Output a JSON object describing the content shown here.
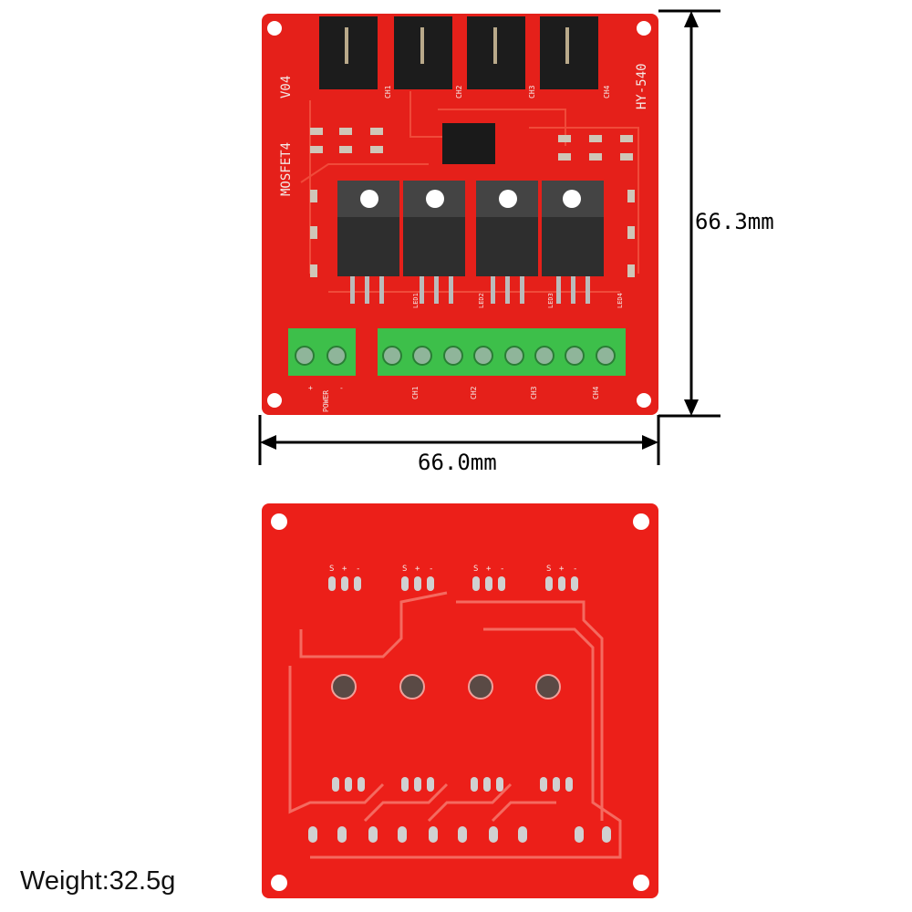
{
  "dimensions": {
    "height_label": "66.3mm",
    "width_label": "66.0mm"
  },
  "weight_label": "Weight:32.5g",
  "board_top": {
    "title": "MOSFET4",
    "version": "V04",
    "model": "HY-540",
    "channels": [
      "CH1",
      "CH2",
      "CH3",
      "CH4"
    ],
    "power_label": "POWER",
    "plus": "+",
    "minus": "-",
    "leds": [
      "LED1",
      "LED2",
      "LED3",
      "LED4"
    ]
  },
  "board_bottom": {
    "pin_labels": [
      "S",
      "+",
      "-"
    ]
  },
  "colors": {
    "pcb": "#e5201a",
    "terminal": "#3dbf4a",
    "connector": "#1c1c1c",
    "mosfet": "#2e2e2e"
  }
}
